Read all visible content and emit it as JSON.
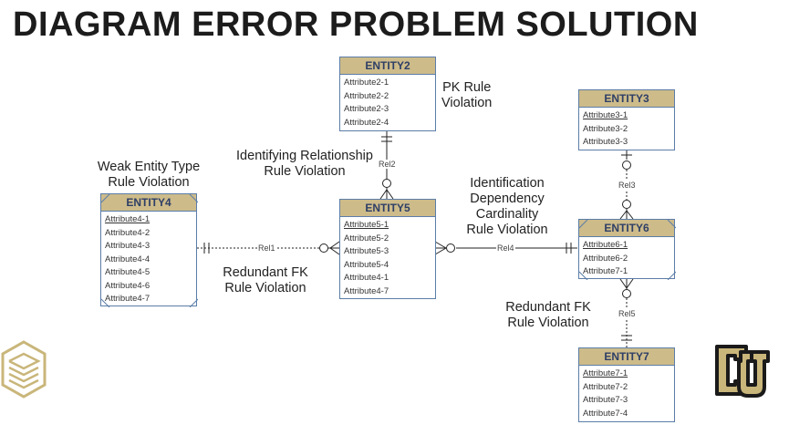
{
  "title": "DIAGRAM ERROR PROBLEM SOLUTION",
  "entities": {
    "entity2": {
      "name": "ENTITY2",
      "attrs": [
        "Attribute2-1",
        "Attribute2-2",
        "Attribute2-3",
        "Attribute2-4"
      ]
    },
    "entity3": {
      "name": "ENTITY3",
      "attrs": [
        "Attribute3-1",
        "Attribute3-2",
        "Attribute3-3"
      ]
    },
    "entity4": {
      "name": "ENTITY4",
      "attrs": [
        "Attribute4-1",
        "Attribute4-2",
        "Attribute4-3",
        "Attribute4-4",
        "Attribute4-5",
        "Attribute4-6",
        "Attribute4-7"
      ]
    },
    "entity5": {
      "name": "ENTITY5",
      "attrs": [
        "Attribute5-1",
        "Attribute5-2",
        "Attribute5-3",
        "Attribute5-4",
        "Attribute4-1",
        "Attribute4-7"
      ]
    },
    "entity6": {
      "name": "ENTITY6",
      "attrs": [
        "Attribute6-1",
        "Attribute6-2",
        "Attribute7-1"
      ]
    },
    "entity7": {
      "name": "ENTITY7",
      "attrs": [
        "Attribute7-1",
        "Attribute7-2",
        "Attribute7-3",
        "Attribute7-4"
      ]
    }
  },
  "relationships": {
    "rel1": "Rel1",
    "rel2": "Rel2",
    "rel3": "Rel3",
    "rel4": "Rel4",
    "rel5": "Rel5"
  },
  "annotations": {
    "pk_rule": [
      "PK Rule",
      "Violation"
    ],
    "identifying_rel": [
      "Identifying Relationship",
      "Rule Violation"
    ],
    "weak_entity": [
      "Weak Entity Type",
      "Rule Violation"
    ],
    "identification_dependency": [
      "Identification",
      "Dependency",
      "Cardinality",
      "Rule Violation"
    ],
    "redundant_fk_1": [
      "Redundant FK",
      "Rule Violation"
    ],
    "redundant_fk_2": [
      "Redundant FK",
      "Rule Violation"
    ]
  },
  "colors": {
    "header": "#cdbb8a",
    "header_text": "#2e3f66",
    "border": "#5b7da8",
    "logo_gold": "#c9b67a"
  },
  "icons": {
    "left_logo": "stacked-hexagon-logo-icon",
    "right_logo": "cu-logo-icon"
  }
}
